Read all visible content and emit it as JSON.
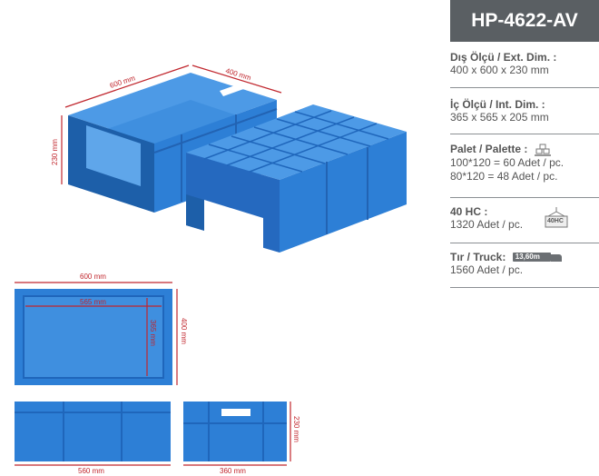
{
  "product": {
    "code": "HP-4622-AV"
  },
  "specs": {
    "ext_label": "Dış Ölçü / Ext. Dim. :",
    "ext_value": "400 x 600 x 230 mm",
    "int_label": "İç Ölçü / Int. Dim.   :",
    "int_value": "365 x 565 x 205 mm",
    "pallet_label": "Palet / Palette :",
    "pallet_value_1": "100*120 = 60 Adet / pc.",
    "pallet_value_2": "80*120 = 48 Adet / pc.",
    "hc_label": "40 HC :",
    "hc_value": "1320 Adet / pc.",
    "hc_icon_text": "40HC",
    "truck_label": "Tır / Truck:",
    "truck_icon_text": "13,60m",
    "truck_value": "1560 Adet / pc."
  },
  "dimensions": {
    "iso_length": "600 mm",
    "iso_width": "400 mm",
    "iso_height": "230 mm",
    "top_length": "600 mm",
    "top_width": "400 mm",
    "top_inner_length": "565 mm",
    "top_inner_width": "365 mm",
    "front_length": "560 mm",
    "side_width": "360 mm",
    "side_height": "230 mm"
  },
  "colors": {
    "crate_blue": "#2d7fd6",
    "dimension_red": "#c0262d",
    "title_bar": "#5a5f63"
  }
}
